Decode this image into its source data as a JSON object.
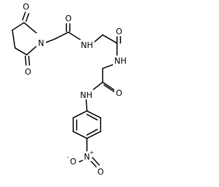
{
  "structure": {
    "atoms": {
      "o_ring_top": "O",
      "o_ring_bottom": "O",
      "n_imide": "N",
      "o_amide_1": "O",
      "nh_1": "NH",
      "o_amide_2": "O",
      "nh_2": "NH",
      "o_amide_3": "O",
      "nh_aryl": "NH",
      "n_nitro": "N",
      "n_nitro_charge": "+",
      "o_nitro_left": "O",
      "o_nitro_left_charge": "-",
      "o_nitro_right": "O"
    }
  }
}
